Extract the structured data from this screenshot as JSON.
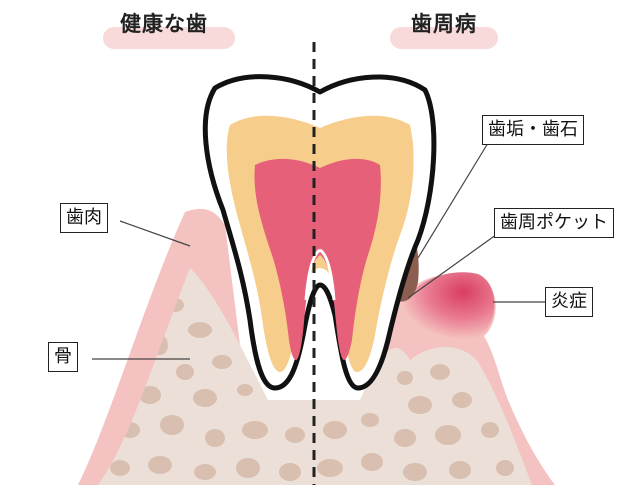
{
  "headings": {
    "healthy": "健康な歯",
    "disease": "歯周病"
  },
  "labels": {
    "gum": "歯肉",
    "bone": "骨",
    "plaque_tartar": "歯垢・歯石",
    "pocket": "歯周ポケット",
    "inflammation": "炎症"
  },
  "colors": {
    "heading_pill": "#f9dada",
    "gum": "#f4c2c0",
    "bone": "#ecdfd7",
    "bone_spots": "#d8bfb0",
    "dentin": "#f6cd8a",
    "pulp": "#e6607a",
    "tartar": "#8b5e50",
    "inflammation": "#d93d60"
  }
}
